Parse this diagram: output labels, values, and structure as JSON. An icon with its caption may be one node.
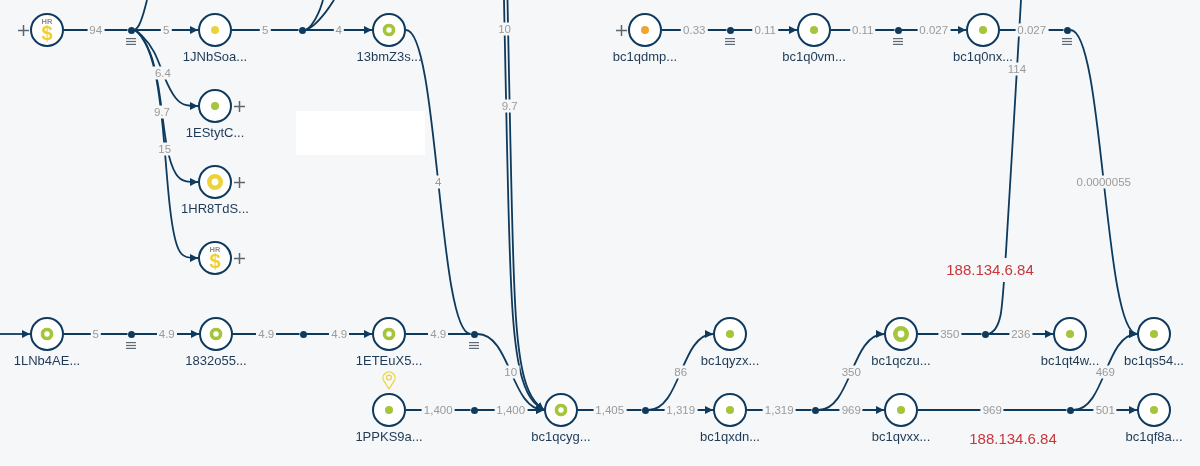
{
  "diagram": {
    "nodes": [
      {
        "text": [
          "HR",
          "$"
        ]
      },
      {
        "text": [],
        "shape": "dot"
      },
      {
        "text": [
          "1JNbSoa..."
        ]
      },
      {
        "text": [],
        "shape": "dot"
      },
      {
        "text": [
          "13bmZ3s..."
        ]
      },
      {
        "text": [
          "bc1qdmp..."
        ]
      },
      {
        "text": [],
        "shape": "dot"
      },
      {
        "text": [
          "bc1q0vm..."
        ]
      },
      {
        "text": [],
        "shape": "dot"
      },
      {
        "text": [
          "bc1q0nx..."
        ]
      },
      {
        "text": [],
        "shape": "dot"
      },
      {
        "text": [
          "1EStytC..."
        ]
      },
      {
        "text": [
          "1HR8TdS..."
        ]
      },
      {
        "text": [
          "HR",
          "$"
        ]
      },
      {
        "text": [
          "1LNb4AE..."
        ]
      },
      {
        "text": [],
        "shape": "dot"
      },
      {
        "text": [
          "1832o55..."
        ]
      },
      {
        "text": [],
        "shape": "dot"
      },
      {
        "text": [
          "1ETEuX5..."
        ]
      },
      {
        "text": [],
        "shape": "dot"
      },
      {
        "text": [
          "bc1qyzx..."
        ]
      },
      {
        "text": [
          "bc1qczu..."
        ]
      },
      {
        "text": [],
        "shape": "dot"
      },
      {
        "text": [
          "bc1qt4w..."
        ]
      },
      {
        "text": [
          "bc1qs54..."
        ]
      },
      {
        "text": [
          "1PPKS9a..."
        ]
      },
      {
        "text": [],
        "shape": "dot"
      },
      {
        "text": [
          "bc1qcyg..."
        ]
      },
      {
        "text": [],
        "shape": "dot"
      },
      {
        "text": [
          "bc1qxdn..."
        ]
      },
      {
        "text": [],
        "shape": "dot"
      },
      {
        "text": [
          "bc1qvxx..."
        ]
      },
      {
        "text": [],
        "shape": "dot"
      },
      {
        "text": [
          "bc1qf8a..."
        ]
      }
    ],
    "edges": [
      {
        "from": 0,
        "to": 1,
        "arrow": "none",
        "label": "94"
      },
      {
        "from": 1,
        "to": 2,
        "arrow": "to",
        "label": "5"
      },
      {
        "from": 1,
        "to": 11,
        "arrow": "to",
        "label": "6.4"
      },
      {
        "from": 1,
        "to": 12,
        "arrow": "to",
        "label": "9.7"
      },
      {
        "from": 1,
        "to": 13,
        "arrow": "to",
        "label": "15"
      },
      {
        "from": 1,
        "to": null,
        "arrow": "none"
      },
      {
        "from": 2,
        "to": 3,
        "arrow": "none",
        "label": "5"
      },
      {
        "from": 3,
        "to": 4,
        "arrow": "to",
        "label": "4"
      },
      {
        "from": 3,
        "to": null,
        "arrow": "none"
      },
      {
        "from": 3,
        "to": null,
        "arrow": "none"
      },
      {
        "from": 4,
        "to": 19,
        "arrow": "none",
        "label": "4"
      },
      {
        "from": 5,
        "to": 6,
        "arrow": "none",
        "label": "0.33"
      },
      {
        "from": 6,
        "to": 7,
        "arrow": "to",
        "label": "0.11"
      },
      {
        "from": 7,
        "to": 8,
        "arrow": "none",
        "label": "0.11"
      },
      {
        "from": 8,
        "to": 9,
        "arrow": "to",
        "label": "0.027"
      },
      {
        "from": 9,
        "to": 10,
        "arrow": "none",
        "label": "0.027"
      },
      {
        "from": 10,
        "to": 24,
        "arrow": "to",
        "label": "0.0000055"
      },
      {
        "from": null,
        "to": 14,
        "arrow": "to"
      },
      {
        "from": 14,
        "to": 15,
        "arrow": "none",
        "label": "5"
      },
      {
        "from": 15,
        "to": 16,
        "arrow": "to",
        "label": "4.9"
      },
      {
        "from": 16,
        "to": 17,
        "arrow": "none",
        "label": "4.9"
      },
      {
        "from": 17,
        "to": 18,
        "arrow": "to",
        "label": "4.9"
      },
      {
        "from": 18,
        "to": 19,
        "arrow": "none",
        "label": "4.9"
      },
      {
        "from": 19,
        "to": 27,
        "arrow": "to",
        "label": "10"
      },
      {
        "from": null,
        "to": 27,
        "arrow": "to",
        "label": "10"
      },
      {
        "from": null,
        "to": 27,
        "arrow": "to",
        "label": "9.7"
      },
      {
        "from": 25,
        "to": 26,
        "arrow": "none",
        "label": "1,400"
      },
      {
        "from": 26,
        "to": 27,
        "arrow": "to",
        "label": "1,400"
      },
      {
        "from": 27,
        "to": 28,
        "arrow": "none",
        "label": "1,405"
      },
      {
        "from": 28,
        "to": 20,
        "arrow": "to",
        "label": "86"
      },
      {
        "from": 28,
        "to": 29,
        "arrow": "to",
        "label": "1,319"
      },
      {
        "from": 29,
        "to": 30,
        "arrow": "none",
        "label": "1,319"
      },
      {
        "from": 30,
        "to": 21,
        "arrow": "to",
        "label": "350"
      },
      {
        "from": 30,
        "to": 31,
        "arrow": "to",
        "label": "969"
      },
      {
        "from": 21,
        "to": 22,
        "arrow": "none",
        "label": "350"
      },
      {
        "from": 22,
        "to": 23,
        "arrow": "to",
        "label": "236"
      },
      {
        "from": 22,
        "to": null,
        "arrow": "none",
        "label": "114"
      },
      {
        "from": 31,
        "to": 32,
        "arrow": "none",
        "label": "969"
      },
      {
        "from": 32,
        "to": 24,
        "arrow": "to",
        "label": "469"
      },
      {
        "from": 32,
        "to": 33,
        "arrow": "to",
        "label": "501"
      }
    ],
    "labels": [
      "188.134.6.84",
      "188.134.6.84"
    ]
  }
}
